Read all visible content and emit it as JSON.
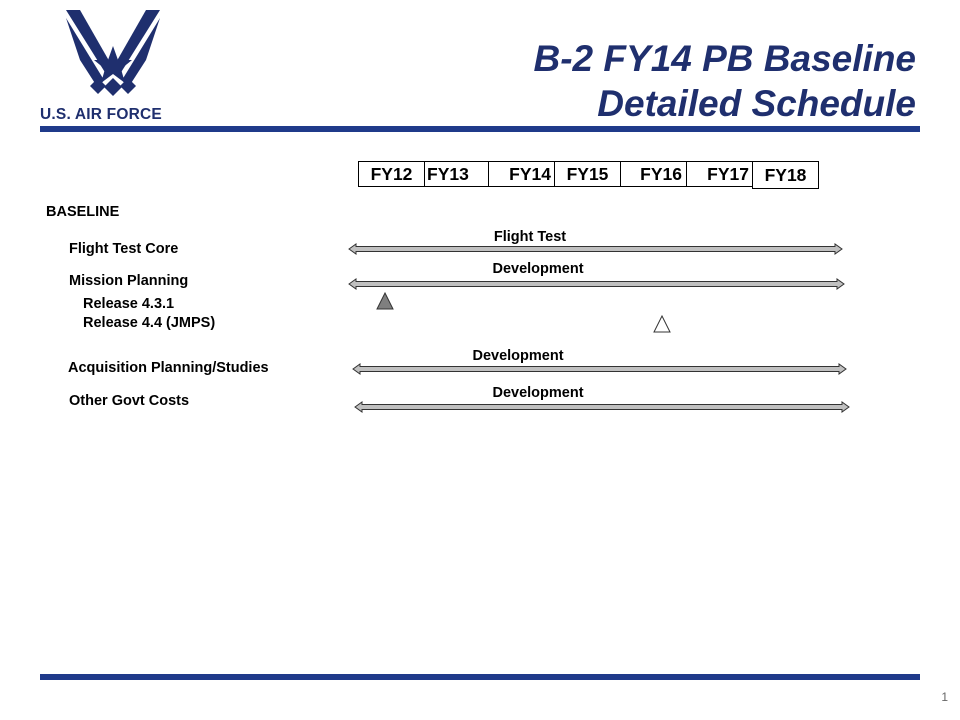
{
  "header": {
    "logo_text": "U.S. AIR FORCE",
    "title_line1": "B-2 FY14 PB Baseline",
    "title_line2": "Detailed Schedule"
  },
  "colors": {
    "navy": "#1f2f6e",
    "rule": "#1f3a8a",
    "bar_fill": "#c0c0c0",
    "milestone_filled": "#7f7f7f"
  },
  "timeline": {
    "fiscal_years": [
      "FY12",
      "FY13",
      "FY14",
      "FY15",
      "FY16",
      "FY17",
      "FY18"
    ]
  },
  "section": {
    "label": "BASELINE"
  },
  "rows": {
    "flight_test_core": {
      "label": "Flight Test Core",
      "bar_label": "Flight Test"
    },
    "mission_planning": {
      "label": "Mission Planning",
      "bar_label": "Development"
    },
    "release_431": {
      "label": "Release 4.3.1",
      "milestone": "filled-triangle-icon"
    },
    "release_44": {
      "label": "Release 4.4 (JMPS)",
      "milestone": "hollow-triangle-icon"
    },
    "acquisition": {
      "label": "Acquisition Planning/Studies",
      "bar_label": "Development"
    },
    "other_govt": {
      "label": "Other Govt Costs",
      "bar_label": "Development"
    }
  },
  "footer": {
    "page_number": "1"
  }
}
